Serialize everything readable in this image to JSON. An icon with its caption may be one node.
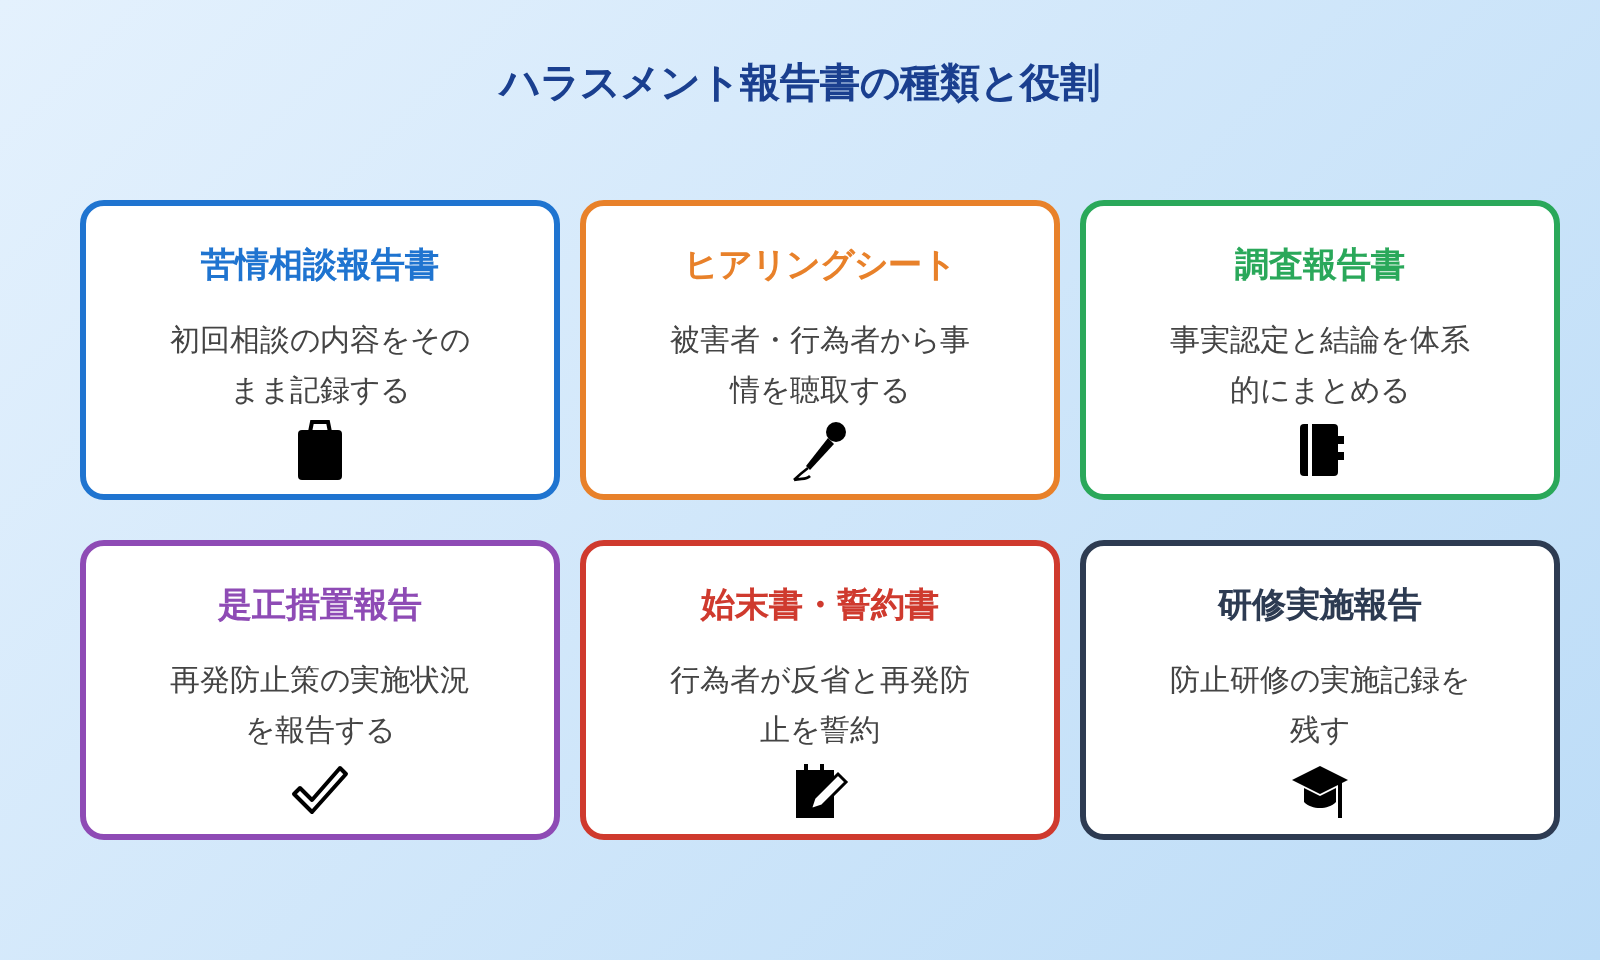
{
  "diagram": {
    "title": "ハラスメント報告書の種類と役割",
    "nodes": [
      {
        "text": [
          "苦情相談報告書",
          "初回相談の内容をそのまま記録する"
        ]
      },
      {
        "text": [
          "ヒアリングシート",
          "被害者・行為者から事情を聴取する"
        ]
      },
      {
        "text": [
          "調査報告書",
          "事実認定と結論を体系的にまとめる"
        ]
      },
      {
        "text": [
          "是正措置報告",
          "再発防止策の実施状況を報告する"
        ]
      },
      {
        "text": [
          "始末書・誓約書",
          "行為者が反省と再発防止を誓約"
        ]
      },
      {
        "text": [
          "研修実施報告",
          "防止研修の実施記録を残す"
        ]
      }
    ]
  }
}
